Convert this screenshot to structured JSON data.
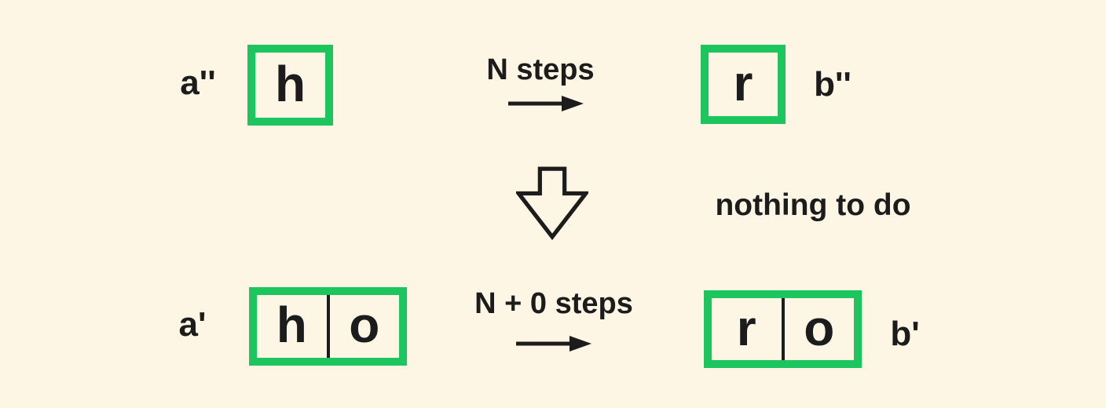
{
  "colors": {
    "background": "#FDF6E4",
    "accent_green": "#1DC55E",
    "ink": "#1C1C1C"
  },
  "top_row": {
    "left_label": "a''",
    "left_box": {
      "letter": "h"
    },
    "arrow_label": "N steps",
    "right_box": {
      "letter": "r"
    },
    "right_label": "b''"
  },
  "middle": {
    "note": "nothing to do"
  },
  "bottom_row": {
    "left_label": "a'",
    "left_box": {
      "cells": [
        "h",
        "o"
      ]
    },
    "arrow_label": "N + 0 steps",
    "right_box": {
      "cells": [
        "r",
        "o"
      ]
    },
    "right_label": "b'"
  }
}
